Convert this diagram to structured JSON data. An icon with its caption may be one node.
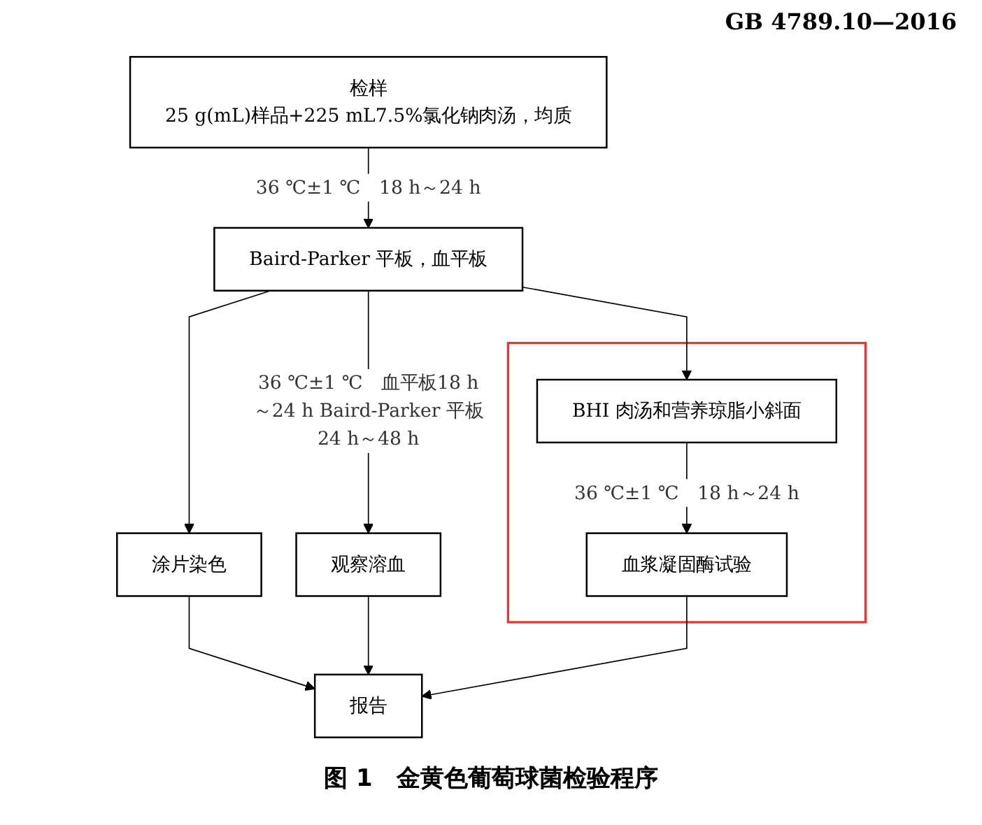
{
  "diagram": {
    "caption": "图 1　金黄色葡萄球菌检验程序",
    "nodes": [
      {
        "text": [
          "检样",
          "25 g(mL)样品+225 mL7.5%氯化钠肉汤，均质"
        ]
      },
      {
        "text": [
          "Baird-Parker 平板，血平板"
        ]
      },
      {
        "text": [
          "涂片染色"
        ]
      },
      {
        "text": [
          "观察溶血"
        ]
      },
      {
        "text": [],
        "shape": "box"
      },
      {
        "text": [
          "BHI 肉汤和营养琼脂小斜面"
        ],
        "in": 4
      },
      {
        "text": [
          "血浆凝固酶试验"
        ],
        "in": 4
      },
      {
        "text": [
          "报告"
        ]
      }
    ],
    "edges": [
      {
        "from": 0,
        "to": 1,
        "arrow": "to",
        "label": "36 ℃±1 ℃　18 h～24 h"
      },
      {
        "from": 1,
        "to": 2,
        "arrow": "to"
      },
      {
        "from": 1,
        "to": 3,
        "arrow": "to",
        "label": "36 ℃±1 ℃　血平板18 h～24 h Baird-Parker 平板24 h～48 h"
      },
      {
        "from": 1,
        "to": 5,
        "arrow": "to"
      },
      {
        "from": 5,
        "to": 6,
        "arrow": "to",
        "label": "36 ℃±1 ℃　18 h～24 h"
      },
      {
        "from": 2,
        "to": 7,
        "arrow": "to"
      },
      {
        "from": 3,
        "to": 7,
        "arrow": "to"
      },
      {
        "from": 6,
        "to": 7,
        "arrow": "to"
      }
    ],
    "labels": [
      "GB 4789.10—2016"
    ]
  }
}
